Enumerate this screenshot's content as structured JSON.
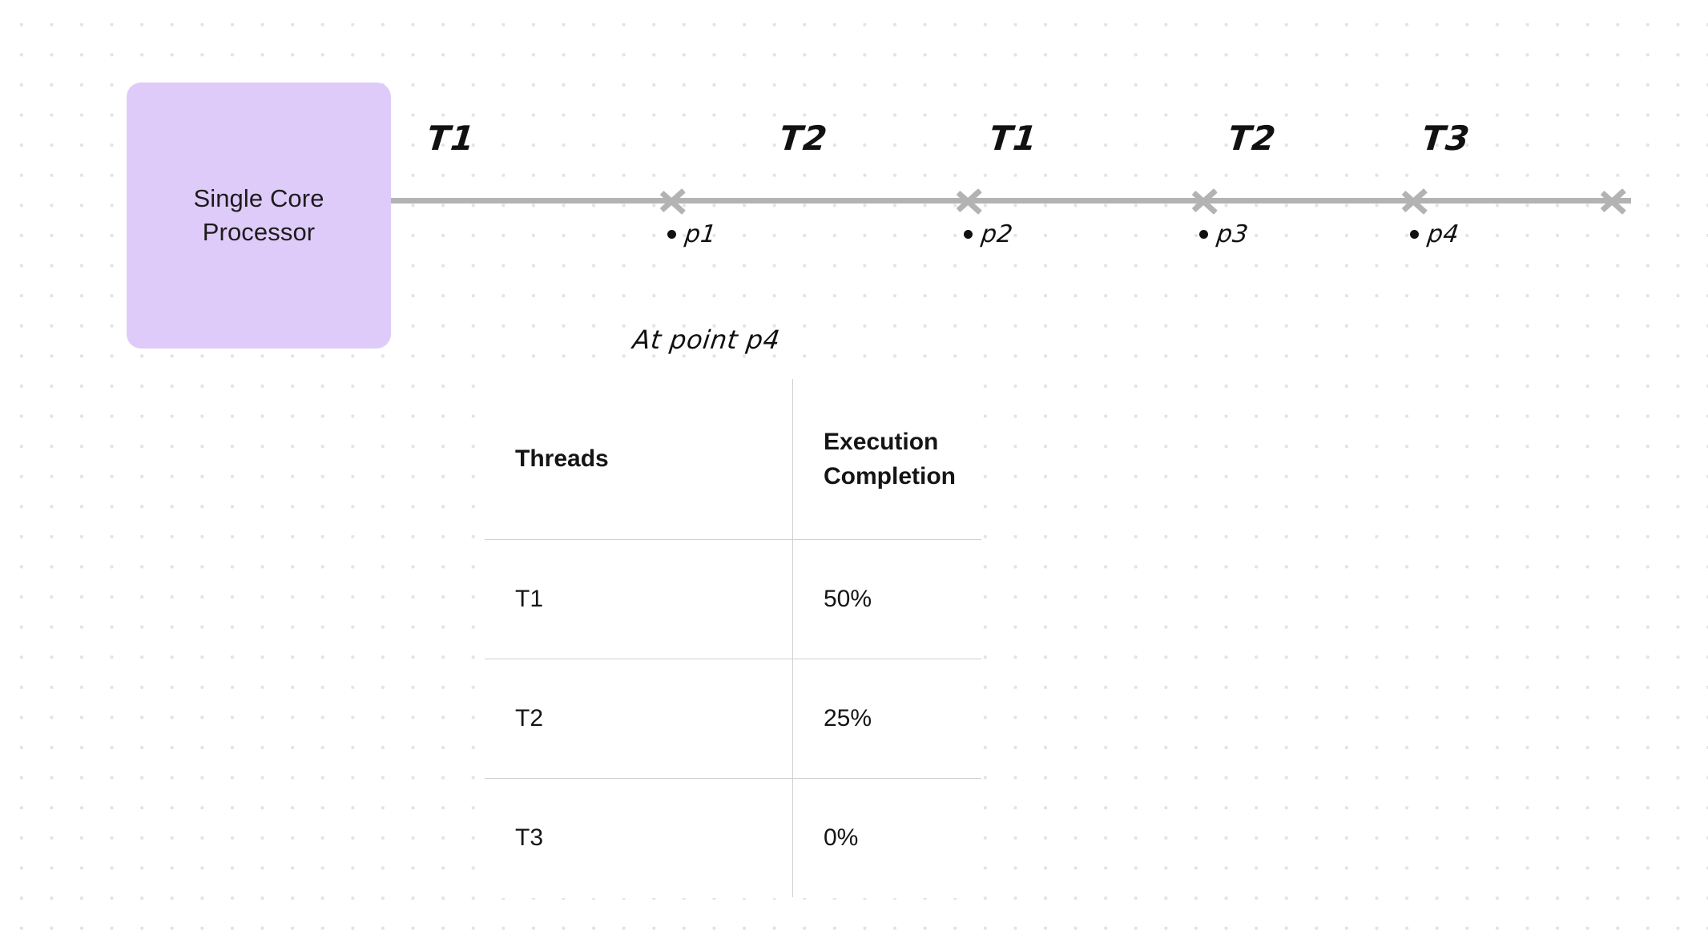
{
  "diagram": {
    "processor": {
      "label": "Single Core\nProcessor",
      "fill_color": "#dfcbfa"
    },
    "timeline": {
      "axis_color": "#b3b3b3",
      "segments": [
        {
          "label": "T1"
        },
        {
          "label": "T2"
        },
        {
          "label": "T1"
        },
        {
          "label": "T2"
        },
        {
          "label": "T3"
        }
      ],
      "points": [
        {
          "label": "p1"
        },
        {
          "label": "p2"
        },
        {
          "label": "p3"
        },
        {
          "label": "p4"
        }
      ]
    },
    "caption": "At point p4",
    "table": {
      "columns": [
        "Threads",
        "Execution Completion"
      ],
      "rows": [
        {
          "thread": "T1",
          "completion": "50%"
        },
        {
          "thread": "T2",
          "completion": "25%"
        },
        {
          "thread": "T3",
          "completion": "0%"
        }
      ]
    }
  }
}
